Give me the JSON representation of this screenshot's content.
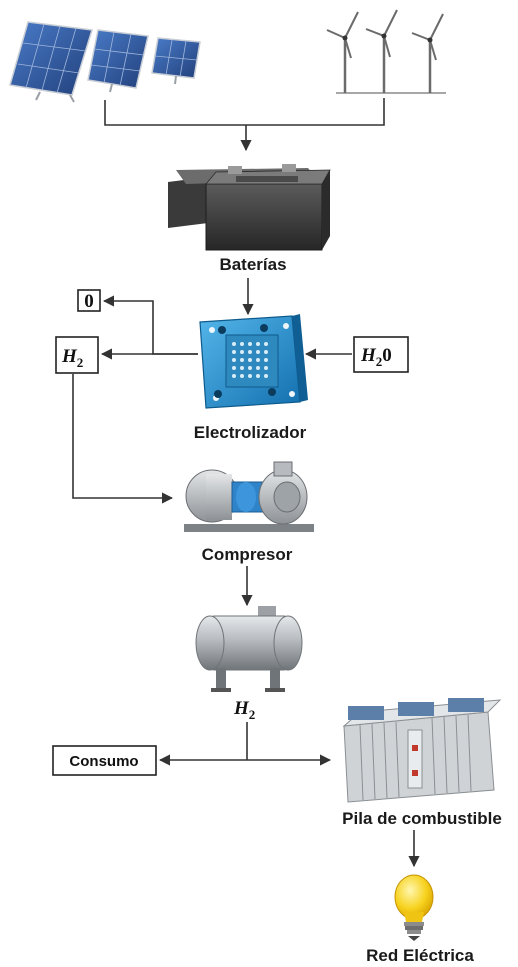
{
  "nodes": {
    "baterias": "Baterías",
    "electrolizador": "Electrolizador",
    "compresor": "Compresor",
    "tank_h2_main": "H",
    "tank_h2_sub": "2",
    "pila": "Pila de combustible",
    "red": "Red Eléctrica"
  },
  "boxes": {
    "oxygen": "0",
    "h2_out_main": "H",
    "h2_out_sub": "2",
    "water_main": "H",
    "water_sub": "2",
    "water_tail": "0",
    "consumo": "Consumo"
  },
  "icons": {
    "solar": "solar-panels",
    "wind": "wind-turbines",
    "battery": "battery",
    "electrolyzer": "electrolyzer",
    "compressor": "compressor",
    "tank": "hydrogen-tank",
    "fuelcell": "fuel-cell",
    "bulb": "light-bulb"
  },
  "colors": {
    "line": "#333333",
    "solar_cell": "#2f5fae",
    "electrolyzer": "#1e8fd0",
    "compressor_blue": "#2f83c8",
    "tank": "#b9bcbf",
    "bulb": "#f7d21e"
  }
}
